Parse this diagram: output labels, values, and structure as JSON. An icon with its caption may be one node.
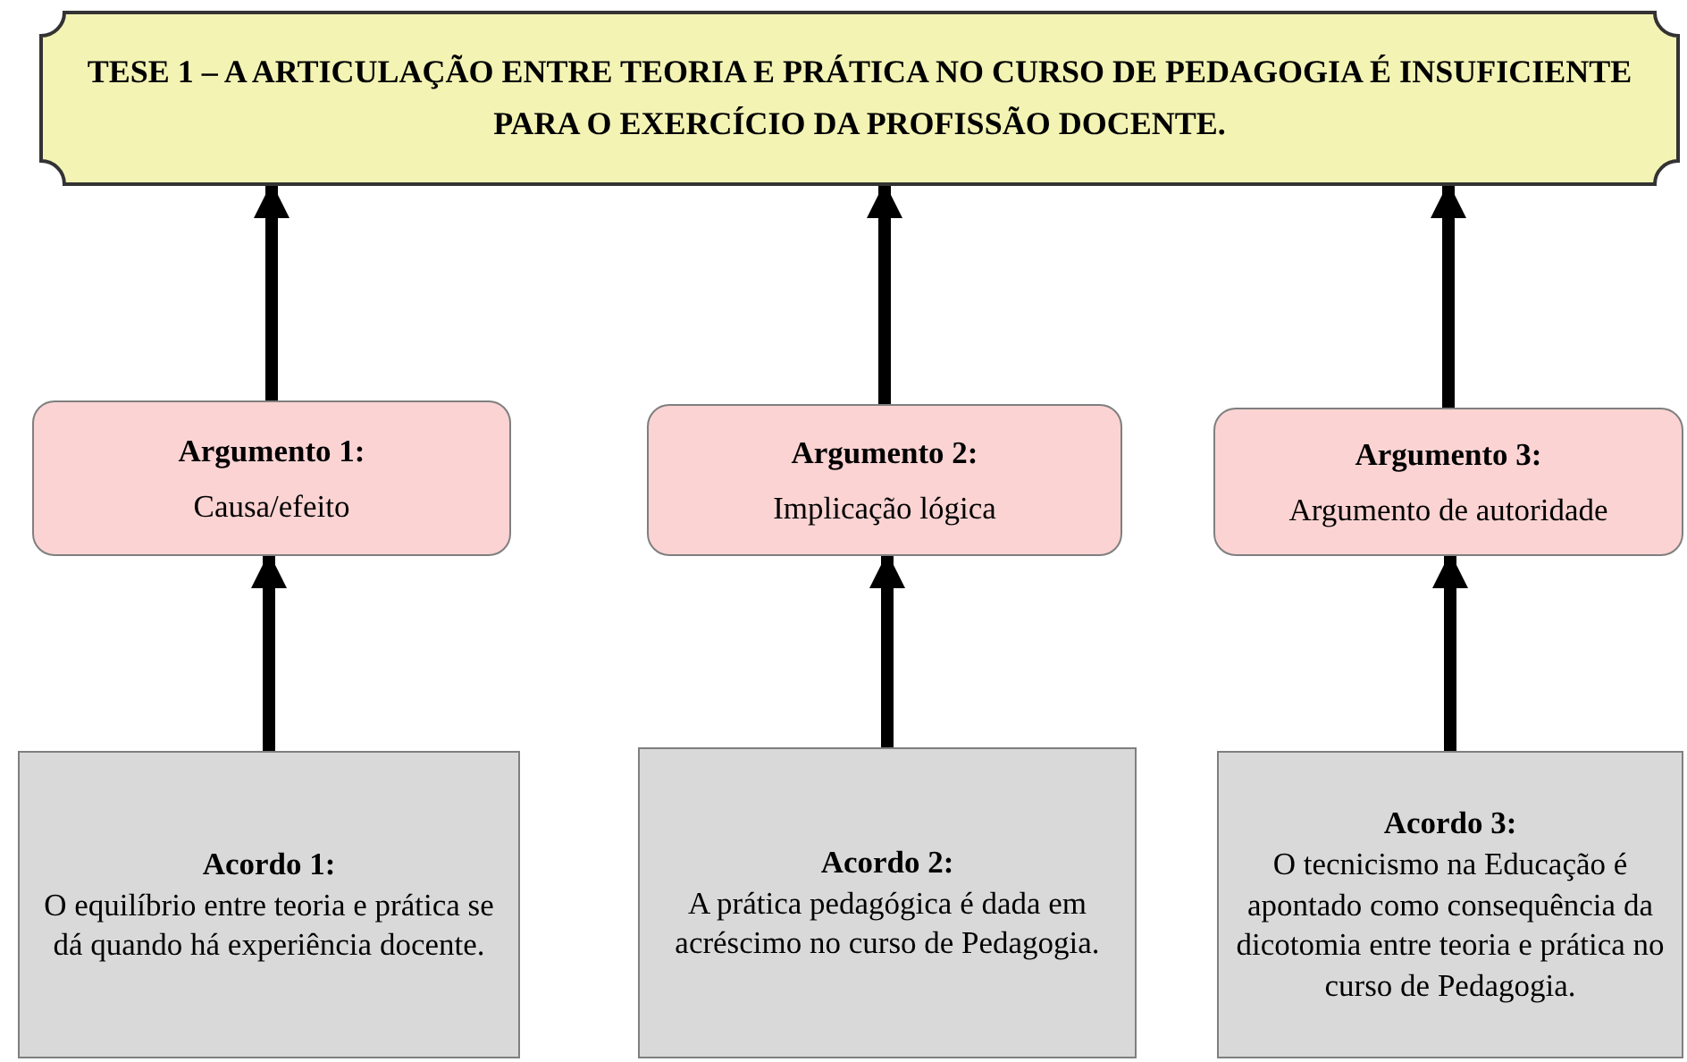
{
  "diagram": {
    "nodes": [
      {
        "text": [
          "TESE 1 – A ARTICULAÇÃO ENTRE TEORIA E PRÁTICA NO CURSO DE PEDAGOGIA É INSUFICIENTE PARA O EXERCÍCIO DA PROFISSÃO DOCENTE."
        ]
      },
      {
        "text": [
          "Argumento 1:",
          "Causa/efeito"
        ]
      },
      {
        "text": [
          "Argumento 2:",
          "Implicação lógica"
        ]
      },
      {
        "text": [
          "Argumento 3:",
          "Argumento de autoridade"
        ]
      },
      {
        "text": [
          "Acordo 1:",
          "O equilíbrio entre teoria e prática se dá quando há experiência docente."
        ]
      },
      {
        "text": [
          "Acordo 2:",
          "A prática pedagógica é dada em acréscimo no curso de Pedagogia."
        ]
      },
      {
        "text": [
          "Acordo 3:",
          "O tecnicismo na Educação é apontado como consequência da dicotomia entre teoria e prática no curso de Pedagogia."
        ]
      }
    ],
    "edges": [
      {
        "from": 4,
        "to": 1,
        "arrow": "to"
      },
      {
        "from": 5,
        "to": 2,
        "arrow": "to"
      },
      {
        "from": 6,
        "to": 3,
        "arrow": "to"
      },
      {
        "from": 1,
        "to": 0,
        "arrow": "to"
      },
      {
        "from": 2,
        "to": 0,
        "arrow": "to"
      },
      {
        "from": 3,
        "to": 0,
        "arrow": "to"
      }
    ]
  }
}
